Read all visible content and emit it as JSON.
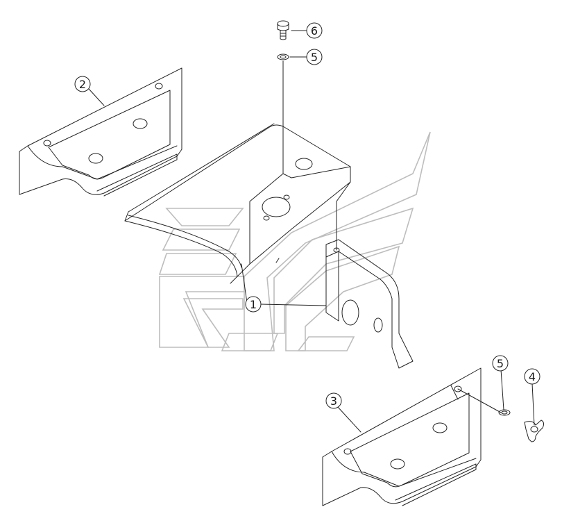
{
  "diagram": {
    "callouts": [
      {
        "id": "c1",
        "label": "1"
      },
      {
        "id": "c2",
        "label": "2"
      },
      {
        "id": "c3",
        "label": "3"
      },
      {
        "id": "c4",
        "label": "4"
      },
      {
        "id": "c5a",
        "label": "5"
      },
      {
        "id": "c5b",
        "label": "5"
      },
      {
        "id": "c6",
        "label": "6"
      }
    ],
    "colors": {
      "line": "#222222",
      "watermark": "#bdbdbd",
      "background": "#ffffff"
    }
  }
}
